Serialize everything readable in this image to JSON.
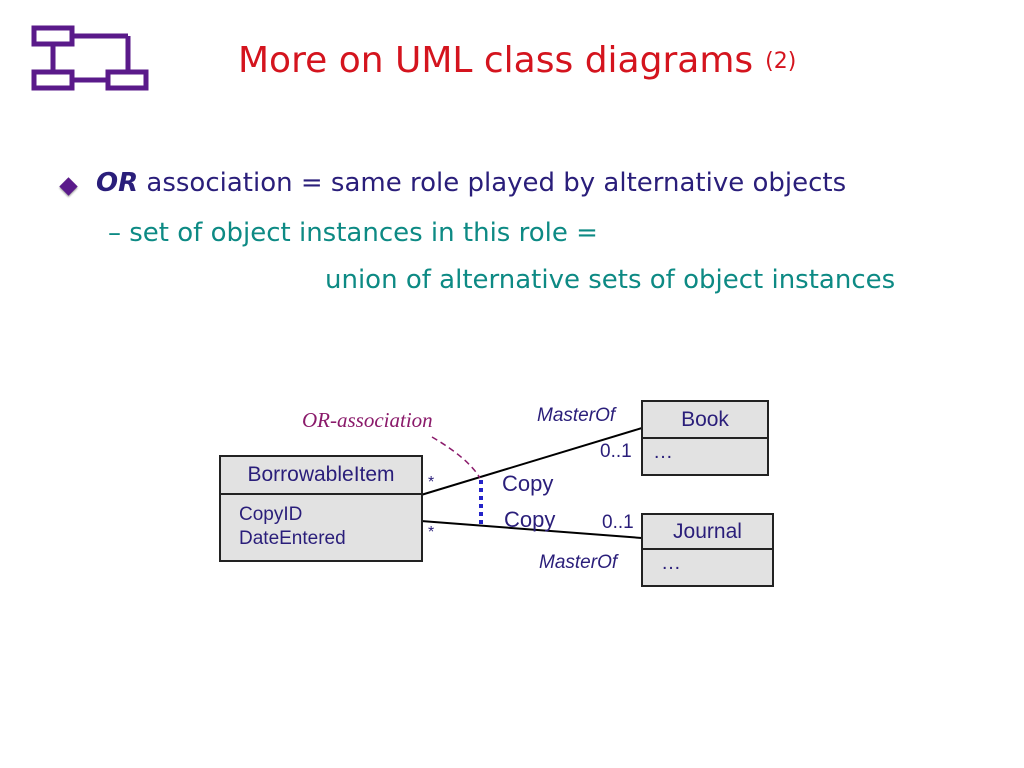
{
  "slide": {
    "title": "More on UML class diagrams",
    "title_number": "(2)"
  },
  "bullets": {
    "line1_or": "OR",
    "line1_text": "association =  same role played by alternative objects",
    "line2": "–  set of object instances in this role =",
    "line3": "union of alternative sets of object instances"
  },
  "diagram": {
    "or_association_label": "OR-association",
    "borrowable": {
      "name": "BorrowableItem",
      "attr1": "CopyID",
      "attr2": "DateEntered"
    },
    "book": {
      "name": "Book",
      "body": "…"
    },
    "journal": {
      "name": "Journal",
      "body": "…"
    },
    "master_of_top": "MasterOf",
    "master_of_bottom": "MasterOf",
    "mult_book": "0..1",
    "mult_journal": "0..1",
    "star_top": "*",
    "star_bottom": "*",
    "copy_top": "Copy",
    "copy_bottom": "Copy"
  },
  "colors": {
    "title": "#d4141e",
    "navy": "#2a1e7a",
    "teal": "#0d8a84",
    "purple": "#8a1a6a",
    "dotted_blue": "#2424c8"
  }
}
